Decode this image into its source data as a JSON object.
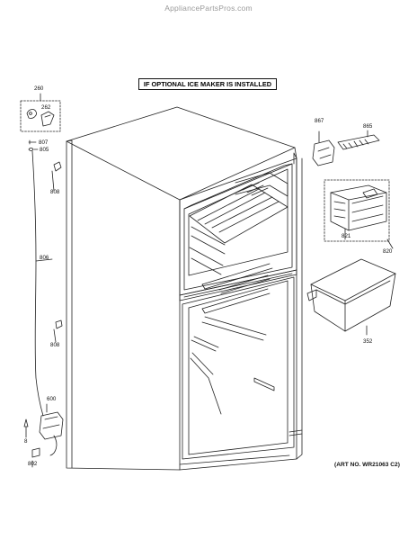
{
  "header": {
    "watermark": "AppliancePartsPros.com"
  },
  "banner": {
    "text": "IF OPTIONAL ICE MAKER IS INSTALLED"
  },
  "callouts": {
    "c260": "260",
    "c262": "262",
    "c807": "807",
    "c805": "805",
    "c808a": "808",
    "c806": "806",
    "c808b": "808",
    "c600": "600",
    "c8": "8",
    "c802": "802",
    "c867": "867",
    "c865": "865",
    "c821": "821",
    "c820": "820",
    "c352": "352"
  },
  "art_number": "(ART NO. WR21063 C2)"
}
